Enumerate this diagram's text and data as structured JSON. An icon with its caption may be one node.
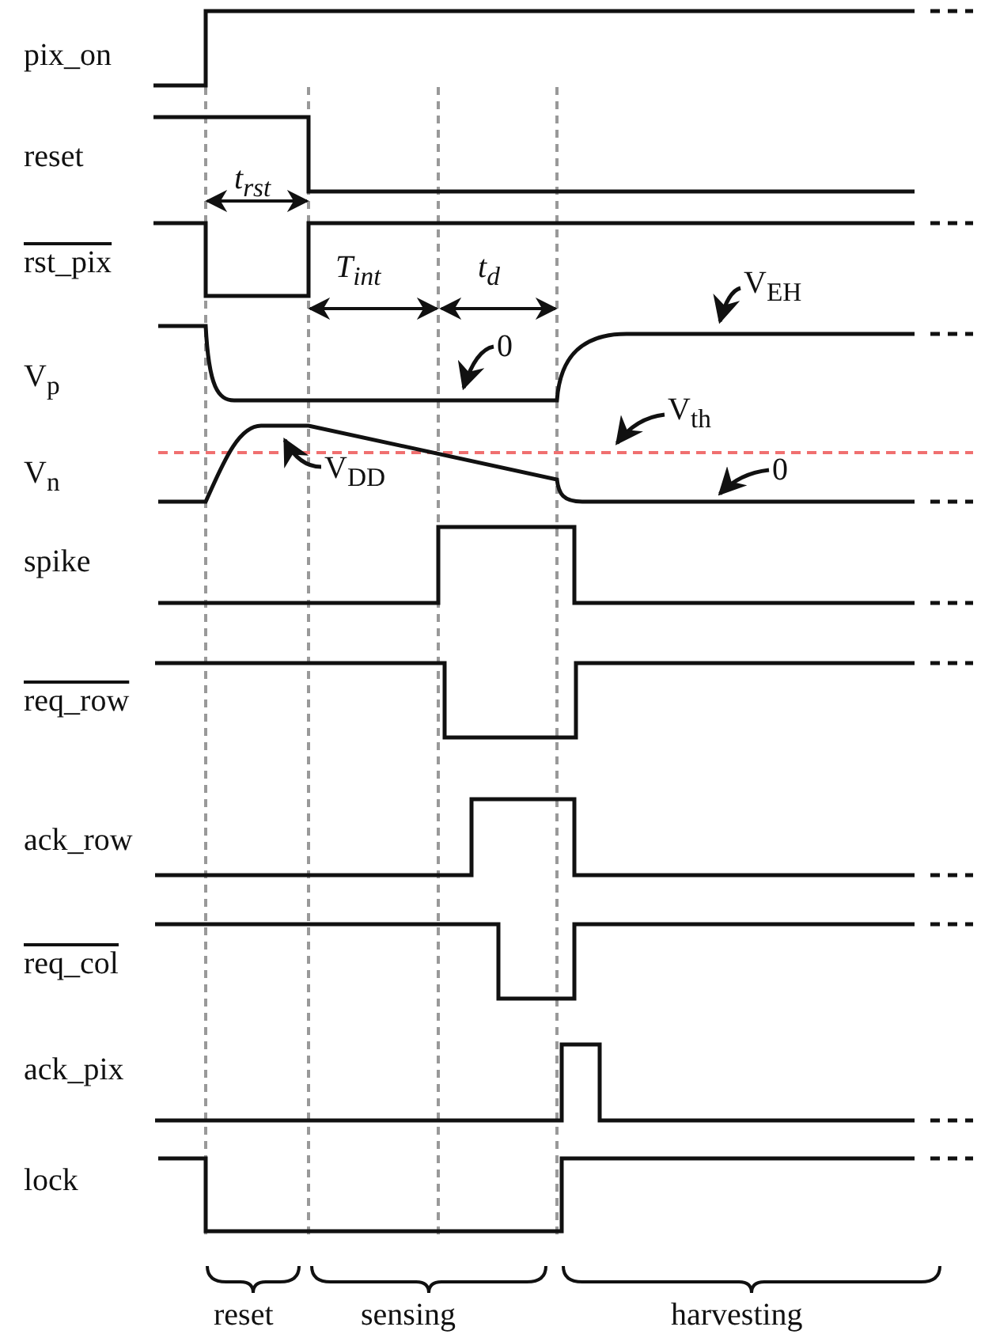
{
  "diagram": {
    "nodes": [
      {
        "text": [
          "V$_{EH}$"
        ]
      },
      {
        "text": [
          "0"
        ]
      },
      {
        "text": [
          "V$_{th}$"
        ]
      },
      {
        "text": [
          "V$_{DD}$"
        ]
      },
      {
        "text": [
          "0"
        ]
      }
    ],
    "edges": [
      {
        "from": 0,
        "to": null,
        "arrow": "to"
      },
      {
        "from": 1,
        "to": null,
        "arrow": "to"
      },
      {
        "from": 2,
        "to": null,
        "arrow": "to"
      },
      {
        "from": 3,
        "to": null,
        "arrow": "to"
      },
      {
        "from": 4,
        "to": null,
        "arrow": "to"
      }
    ],
    "labels": [
      "pix_on",
      "reset",
      "t$_{rst}$",
      "rst_pix",
      "T$_{int}$",
      "t$_{d}$",
      "V$_{p}$",
      "V$_{n}$",
      "spike",
      "req_row",
      "ack_row",
      "req_col",
      "ack_pix",
      "lock",
      "reset",
      "sensing",
      "harvesting"
    ]
  }
}
